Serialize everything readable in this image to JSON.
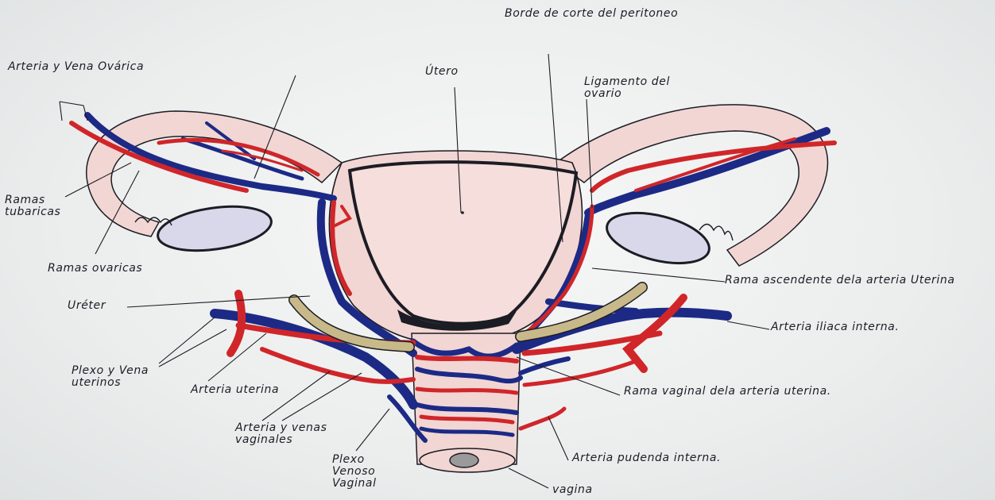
{
  "diagram": {
    "colors": {
      "artery": "#d0262a",
      "vein": "#1c2a86",
      "ureter": "#c8b98a",
      "tissue": "#f1d6d3",
      "ovary": "#d8d8ea",
      "ink": "#1c1c24"
    },
    "labels": {
      "arteria_vena_ovarica": "Arteria y Vena Ovárica",
      "borde_corte": "Borde de corte del peritoneo",
      "utero": "Útero",
      "ligamento_ovario": "Ligamento del ovario",
      "ramas_tubaricas": "Ramas tubaricas",
      "ramas_ovaricas": "Ramas ovaricas",
      "rama_ascendente": "Rama ascendente dela arteria Uterina",
      "ureter": "Uréter",
      "arteria_iliaca_interna": "Arteria iliaca interna.",
      "plexo_vena_uterinos": "Plexo y Vena uterinos",
      "arteria_uterina": "Arteria uterina",
      "rama_vaginal": "Rama vaginal dela arteria uterina.",
      "arteria_venas_vaginales": "Arteria y venas vaginales",
      "plexo_venoso_vaginal": "Plexo Venoso Vaginal",
      "arteria_pudenda_interna": "Arteria pudenda interna.",
      "vagina": "vagina"
    }
  }
}
